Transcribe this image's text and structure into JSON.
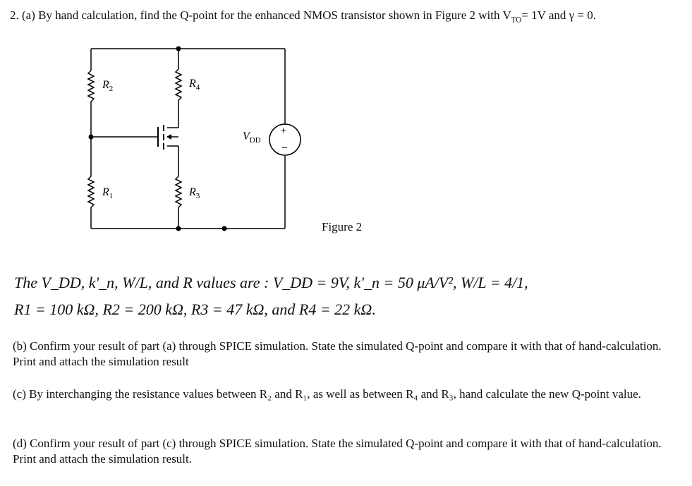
{
  "question": {
    "number": "2.",
    "part_a_prefix": "(a) By hand calculation, find the Q-point for the enhanced NMOS transistor shown in Figure 2 with V",
    "vto_sub": "TO",
    "part_a_suffix": "= 1V and γ = 0."
  },
  "figure": {
    "caption": "Figure 2",
    "labels": {
      "r2": "R",
      "r2_sub": "2",
      "r4": "R",
      "r4_sub": "4",
      "r1": "R",
      "r1_sub": "1",
      "r3": "R",
      "r3_sub": "3",
      "vdd": "V",
      "vdd_sub": "DD",
      "plus": "+",
      "minus": "−"
    }
  },
  "given": {
    "line1": "The V_DD, k'_n, W/L, and R values are : V_DD = 9V, k'_n = 50 μA/V², W/L = 4/1,",
    "line2": "R1 = 100 kΩ, R2 = 200 kΩ, R3 = 47 kΩ, and R4 = 22 kΩ."
  },
  "parts": {
    "b": "(b) Confirm your result of part (a) through SPICE simulation. State the simulated Q-point and compare it with that of hand-calculation. Print and attach the simulation result",
    "c": "(c) By interchanging the resistance values between R₂ and R₁, as well as between R₄ and R₃, hand calculate the new Q-point value.",
    "d": "(d) Confirm your result of part (c) through SPICE simulation. State the simulated Q-point and compare it with that of hand-calculation. Print and attach the simulation result."
  }
}
